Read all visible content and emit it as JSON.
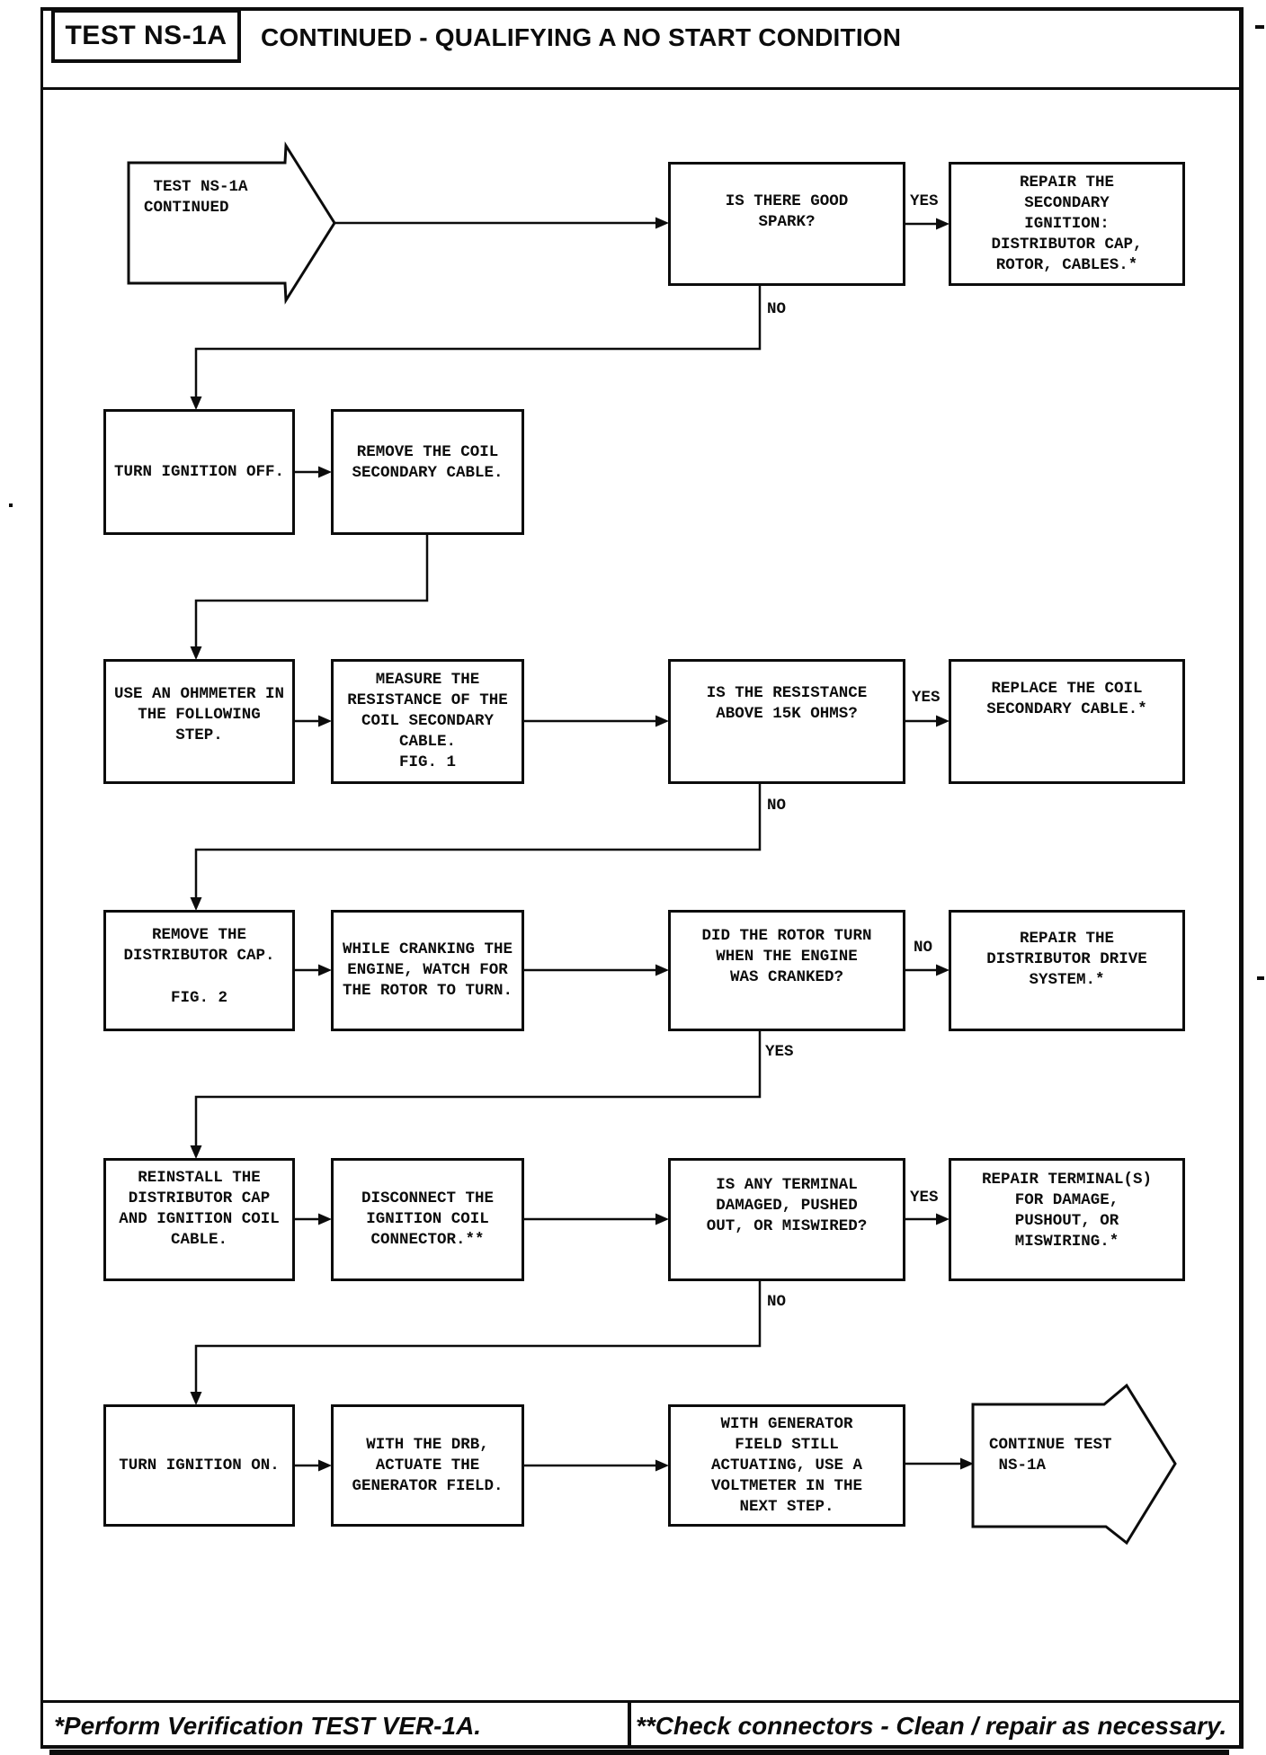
{
  "header": {
    "test_id": "TEST NS-1A",
    "title": "CONTINUED - QUALIFYING A NO START CONDITION"
  },
  "flow": {
    "start": " TEST NS-1A\nCONTINUED",
    "end": "CONTINUE TEST\n NS-1A",
    "boxes": {
      "spark": "IS THERE GOOD\nSPARK?",
      "repair_secondary": "REPAIR THE\nSECONDARY\nIGNITION:\nDISTRIBUTOR CAP,\nROTOR, CABLES.*",
      "ignition_off": "TURN IGNITION OFF.",
      "remove_coil": "REMOVE THE COIL\nSECONDARY CABLE.",
      "ohmmeter": "USE AN OHMMETER IN\nTHE FOLLOWING\nSTEP.",
      "measure": "MEASURE THE\nRESISTANCE OF THE\nCOIL SECONDARY\nCABLE.\nFIG. 1",
      "resistance": "IS THE RESISTANCE\nABOVE 15K OHMS?",
      "replace_cable": "REPLACE THE COIL\nSECONDARY CABLE.*",
      "remove_cap": "REMOVE THE\nDISTRIBUTOR CAP.",
      "remove_cap_fig": "FIG. 2",
      "crank_watch": "WHILE CRANKING THE\nENGINE, WATCH FOR\nTHE ROTOR TO TURN.",
      "rotor_turn": "DID THE ROTOR TURN\nWHEN THE ENGINE\nWAS CRANKED?",
      "repair_drive": "REPAIR THE\nDISTRIBUTOR DRIVE\nSYSTEM.*",
      "reinstall": "REINSTALL THE\nDISTRIBUTOR CAP\nAND IGNITION COIL\nCABLE.",
      "disconnect": "DISCONNECT THE\nIGNITION COIL\nCONNECTOR.**",
      "terminal": "IS ANY TERMINAL\nDAMAGED, PUSHED\nOUT, OR MISWIRED?",
      "repair_terminal": "REPAIR TERMINAL(S)\nFOR DAMAGE,\nPUSHOUT, OR\nMISWIRING.*",
      "ignition_on": "TURN IGNITION ON.",
      "drb": "WITH THE DRB,\nACTUATE THE\nGENERATOR FIELD.",
      "voltmeter": "WITH GENERATOR\nFIELD STILL\nACTUATING, USE A\nVOLTMETER IN THE\nNEXT STEP."
    },
    "labels": {
      "r1_yes": "YES",
      "r1_no": "NO",
      "r3_yes": "YES",
      "r3_no": "NO",
      "r4_no": "NO",
      "r4_yes": "YES",
      "r5_yes": "YES",
      "r5_no": "NO"
    }
  },
  "footer": {
    "left": "*Perform Verification TEST VER-1A.",
    "right": "**Check connectors - Clean / repair as necessary."
  }
}
